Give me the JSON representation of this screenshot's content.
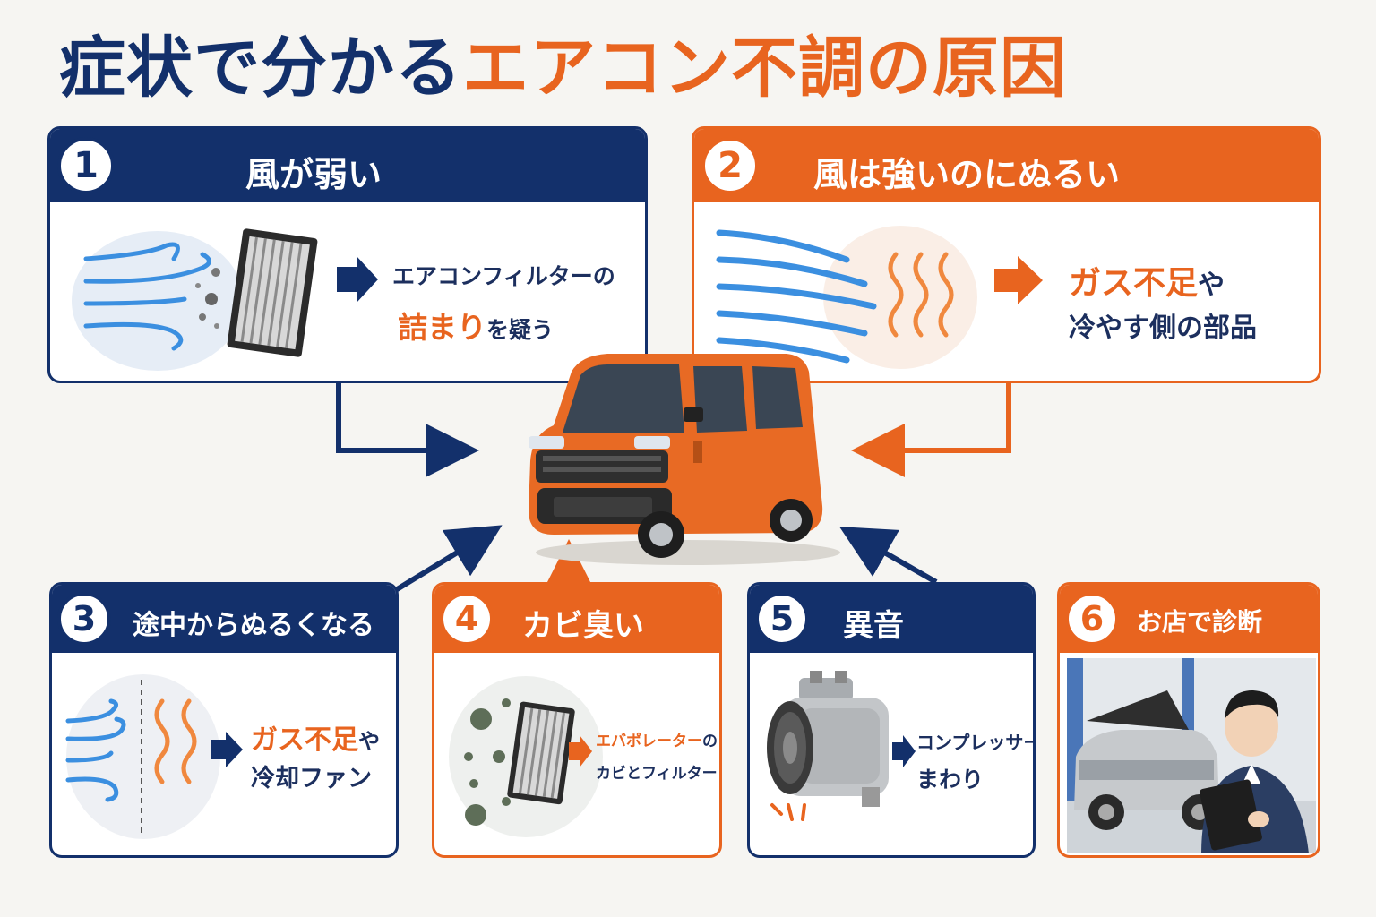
{
  "title": {
    "part1": "症状で分かる",
    "part2": "エアコン不調の原因"
  },
  "cards": [
    {
      "num": "1",
      "symptom": "風が弱い",
      "line1": "エアコンフィルターの",
      "line2_highlight": "詰まり",
      "line2_rest": "を疑う"
    },
    {
      "num": "2",
      "symptom": "風は強いのにぬるい",
      "line1_highlight": "ガス不足",
      "line1_rest": "や",
      "line2": "冷やす側の部品"
    },
    {
      "num": "3",
      "symptom": "途中からぬるくなる",
      "line1_highlight": "ガス不足",
      "line1_rest": "や",
      "line2": "冷却ファン"
    },
    {
      "num": "4",
      "symptom": "カビ臭い",
      "line1_highlight": "エバポレーター",
      "line1_rest": "の",
      "line2": "カビとフィルター"
    },
    {
      "num": "5",
      "symptom": "異音",
      "line1": "コンプレッサー",
      "line2": "まわり"
    },
    {
      "num": "6",
      "symptom": "お店で診断"
    }
  ],
  "colors": {
    "navy": "#13306b",
    "orange": "#e8641f",
    "background": "#f6f5f2",
    "airflow_blue": "#3b8fe0"
  },
  "icons": [
    "airflow-icon",
    "cabin-filter-icon",
    "heat-waves-icon",
    "mold-spores-icon",
    "compressor-icon",
    "mechanic-illustration",
    "van-illustration"
  ]
}
